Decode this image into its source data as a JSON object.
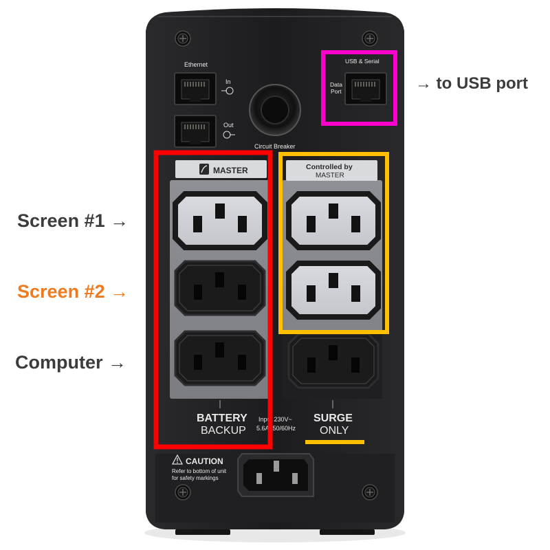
{
  "device": {
    "ethernet_label": "Ethernet",
    "eth_in_label": "In",
    "eth_out_label": "Out",
    "circuit_breaker_label": "Circuit Breaker",
    "usb_serial_label": "USB & Serial",
    "data_port_label_line1": "Data",
    "data_port_label_line2": "Port",
    "master_tab_label": "MASTER",
    "controlled_tab_line1": "Controlled by",
    "controlled_tab_line2": "MASTER",
    "battery_label_line1": "BATTERY",
    "battery_label_line2": "BACKUP",
    "input_label_line1": "Input 230V~",
    "input_label_line2": "5.6A, 50/60Hz",
    "surge_label_line1": "SURGE",
    "surge_label_line2": "ONLY",
    "caution_label": "CAUTION",
    "caution_text_line1": "Refer to bottom of unit",
    "caution_text_line2": "for safety markings"
  },
  "annotations": {
    "screen1": "Screen #1 →",
    "screen2": "Screen #2 →",
    "computer": "Computer →",
    "usb_port": "→  to USB port"
  },
  "colors": {
    "device_body": "#1f1f21",
    "battery_box": "#ff0000",
    "surge_box": "#ffc000",
    "usb_box": "#ff00cc",
    "screen2_text": "#f07a1e",
    "label_text": "#3c3c3c"
  }
}
